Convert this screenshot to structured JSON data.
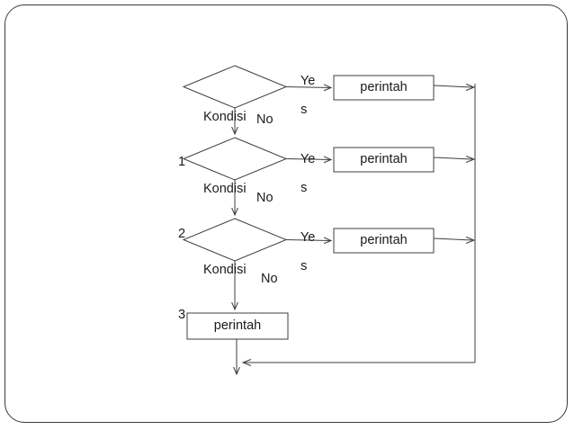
{
  "slide": {
    "frame_border_color": "#3a3a3a",
    "background_color": "#ffffff",
    "line_color": "#3f3f3f"
  },
  "diagram": {
    "type": "flowchart",
    "title": "",
    "decisions": [
      {
        "name": "Kondisi",
        "number": "1",
        "yes_label_line1": "Ye",
        "yes_label_line2": "s",
        "no_label": "No"
      },
      {
        "name": "Kondisi",
        "number": "2",
        "yes_label_line1": "Ye",
        "yes_label_line2": "s",
        "no_label": "No"
      },
      {
        "name": "Kondisi",
        "number": "3",
        "yes_label_line1": "Ye",
        "yes_label_line2": "s",
        "no_label": "No"
      }
    ],
    "process_boxes": [
      {
        "label": "perintah"
      },
      {
        "label": "perintah"
      },
      {
        "label": "perintah"
      }
    ],
    "default_box": {
      "label": "perintah"
    }
  }
}
